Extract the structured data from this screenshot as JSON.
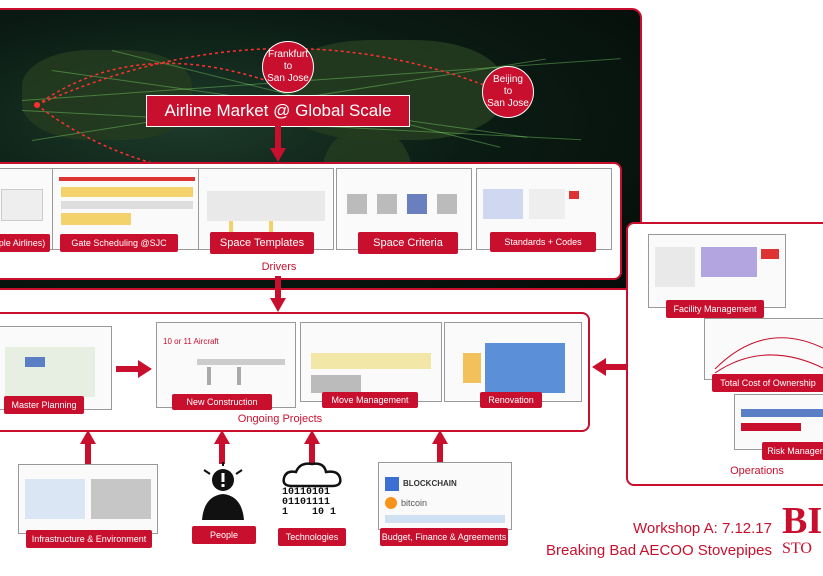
{
  "header": {
    "title": "Airline Market @ Global Scale",
    "route1": "Frankfurt\nto\nSan Jose",
    "route2": "Beijing\nto\nSan Jose"
  },
  "drivers": {
    "label": "Drivers",
    "items": [
      {
        "label": "ple Airlines)"
      },
      {
        "label": "Gate Scheduling @SJC"
      },
      {
        "label": "Space Templates"
      },
      {
        "label": "Space Criteria"
      },
      {
        "label": "Standards + Codes"
      }
    ]
  },
  "projects": {
    "label": "Ongoing Projects",
    "items": [
      {
        "label": "Master Planning"
      },
      {
        "label": "New Construction",
        "note": "10 or 11 Aircraft"
      },
      {
        "label": "Move Management"
      },
      {
        "label": "Renovation"
      }
    ]
  },
  "operations": {
    "label": "Operations",
    "items": [
      {
        "label": "Facility Management"
      },
      {
        "label": "Total Cost of Ownership"
      },
      {
        "label": "Risk Manager"
      }
    ]
  },
  "inputs": {
    "items": [
      {
        "label": "Infrastructure & Environment"
      },
      {
        "label": "People"
      },
      {
        "label": "Technologies",
        "binary": "10110101\n01101111\n1    10 1"
      },
      {
        "label": "Budget, Finance & Agreements",
        "blockchain": "BLOCKCHAIN",
        "bitcoin": "bitcoin"
      }
    ]
  },
  "footer": {
    "line1": "Workshop A: 7.12.17",
    "line2": "Breaking Bad AECOO Stovepipes",
    "logo_top": "BI",
    "logo_bottom": "STO"
  },
  "colors": {
    "accent": "#c8102e"
  }
}
